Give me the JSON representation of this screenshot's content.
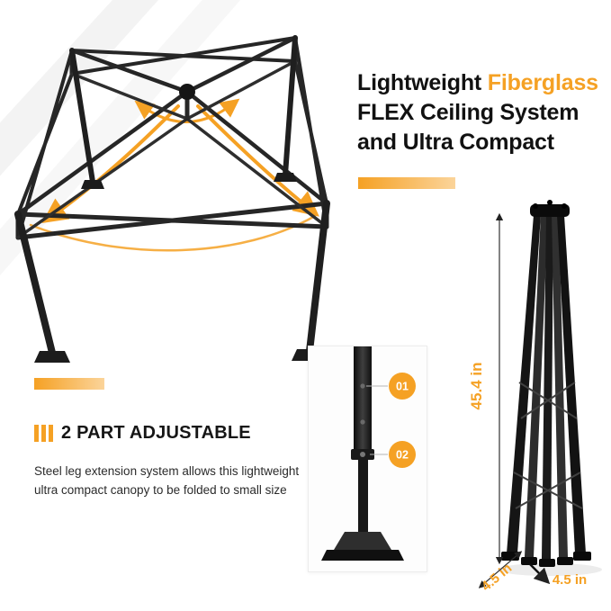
{
  "colors": {
    "accent": "#F5A124",
    "accent_light": "#FBD49A",
    "heading": "#111111",
    "body_text": "#2b2b2b"
  },
  "headline": {
    "line1_prefix": "Lightweight ",
    "line1_highlight": "Fiberglass",
    "line2": "FLEX Ceiling System",
    "line3": "and Ultra Compact"
  },
  "feature": {
    "title": "2 PART ADJUSTABLE",
    "description_lines": [
      "Steel leg extension system allows this lightweight",
      "ultra compact canopy to be folded to small size"
    ]
  },
  "leg_detail": {
    "callouts": [
      {
        "label": "01"
      },
      {
        "label": "02"
      }
    ]
  },
  "folded_dimensions": {
    "height": "45.4 in",
    "depth": "4.5 in",
    "width": "4.5 in"
  }
}
